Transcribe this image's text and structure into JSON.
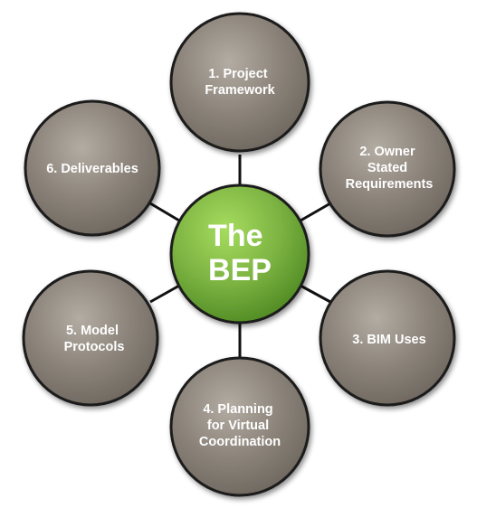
{
  "hub": {
    "lines": [
      "The",
      "BEP"
    ],
    "color": "#7cb342"
  },
  "nodes": [
    {
      "id": "node-1",
      "lines": [
        "1. Project",
        "Framework"
      ]
    },
    {
      "id": "node-2",
      "lines": [
        "2. Owner",
        "Stated",
        "Requirements"
      ]
    },
    {
      "id": "node-3",
      "lines": [
        "3. BIM Uses"
      ]
    },
    {
      "id": "node-4",
      "lines": [
        "4. Planning",
        "for Virtual",
        "Coordination"
      ]
    },
    {
      "id": "node-5",
      "lines": [
        "5. Model",
        "Protocols"
      ]
    },
    {
      "id": "node-6",
      "lines": [
        "6. Deliverables"
      ]
    }
  ],
  "colors": {
    "node_fill": "#8a8279",
    "node_stroke": "#1a1a1a",
    "connector": "#111111"
  }
}
